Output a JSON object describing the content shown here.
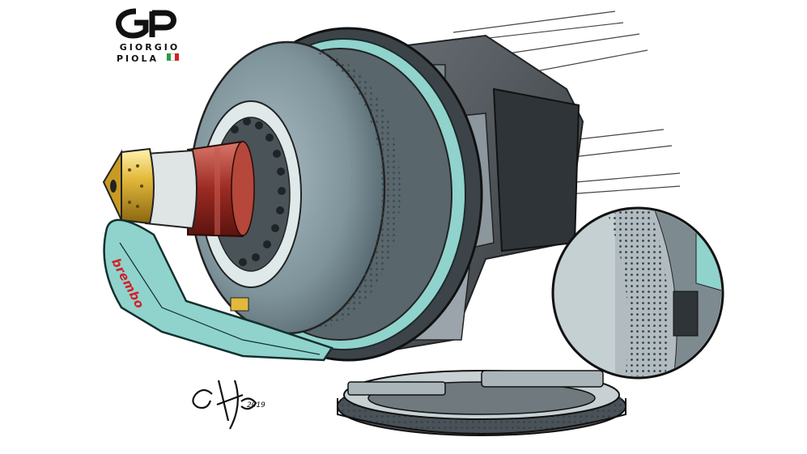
{
  "logo": {
    "word1": "GIORGIO",
    "word2": "PIOLA",
    "flag_colors": [
      "#2e9a48",
      "#ffffff",
      "#d2202a"
    ]
  },
  "decal": {
    "text": "brembo"
  },
  "signature": {
    "year": "2019"
  },
  "colors": {
    "disc": "#7f939b",
    "accent_teal": "#8fd3cc",
    "nut_gold": "#e2b93b",
    "hub_red": "#9c2a22",
    "carbon": "#4a4f54"
  }
}
